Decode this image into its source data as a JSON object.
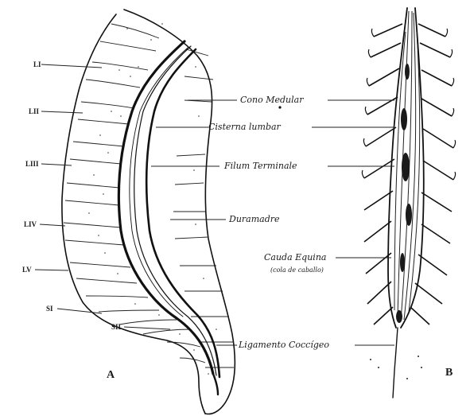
{
  "panels": {
    "left": "A",
    "right": "B"
  },
  "vertebrae": [
    "LI",
    "LII",
    "LIII",
    "LIV",
    "LV",
    "SI",
    "SII"
  ],
  "labels": {
    "cono_medular": "Cono Medular",
    "cisterna": "Cisterna lumbar",
    "filum": "Filum Terminale",
    "duramadre": "Duramadre",
    "cauda": "Cauda Equina",
    "cauda_sub": "(cola de caballo)",
    "ligamento": "Ligamento Coccígeo"
  }
}
